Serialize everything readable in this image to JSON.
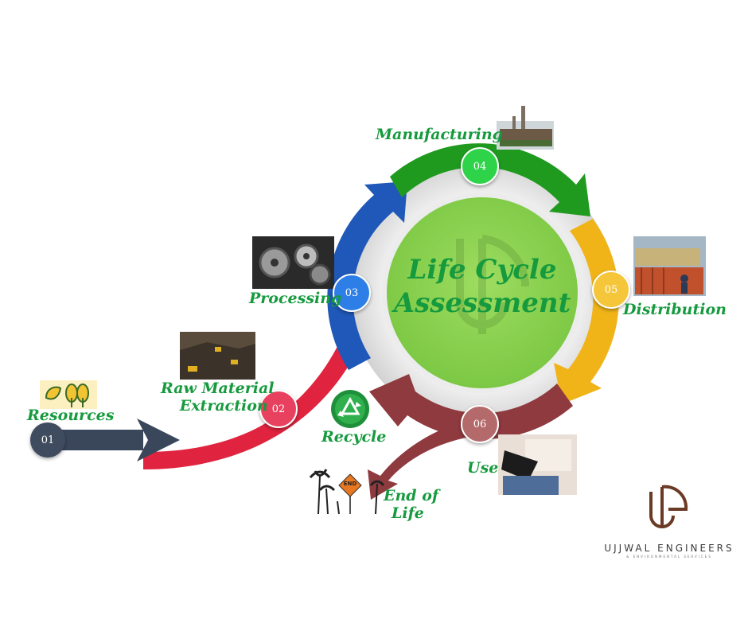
{
  "center": {
    "line1": "Life Cycle",
    "line2": "Assessment"
  },
  "steps": [
    {
      "num": "01",
      "label": "Resources",
      "color": "#3f4b5f"
    },
    {
      "num": "02",
      "label_line1": "Raw Material",
      "label_line2": "Extraction",
      "color": "#e8415f"
    },
    {
      "num": "03",
      "label": "Processing",
      "color": "#2d7ee6"
    },
    {
      "num": "04",
      "label": "Manufacturing",
      "color": "#2fd34a"
    },
    {
      "num": "05",
      "label": "Distribution",
      "color": "#f6c63a"
    },
    {
      "num": "06",
      "label": "Use",
      "color": "#b46a6a"
    }
  ],
  "recycle": {
    "label": "Recycle"
  },
  "end_of_life": {
    "label_line1": "End of",
    "label_line2": "Life",
    "sign_text": "END"
  },
  "brand": {
    "name": "UJJWAL ENGINEERS",
    "tagline": "& ENVIRONMENTAL SERVICES",
    "mark": "UE"
  },
  "colors": {
    "green_text": "#169a3e",
    "center_fill": "#8fd456",
    "blue_arrow": "#1f58b8",
    "green_arrow": "#1f9a1f",
    "yellow_arrow": "#f0b419",
    "maroon_arrow": "#8e3a3f",
    "red_arrow": "#e0243f",
    "navy_arrow": "#3a465a"
  }
}
